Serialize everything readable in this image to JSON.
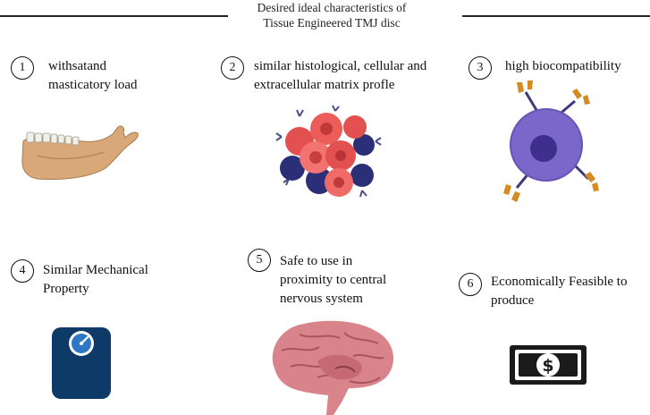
{
  "header": {
    "title_line1": "Desired ideal characteristics of",
    "title_line2": "Tissue Engineered TMJ disc"
  },
  "items": [
    {
      "number": "1",
      "line1": "withsatand",
      "line2": "masticatory load",
      "icon": "jaw-bone-icon"
    },
    {
      "number": "2",
      "line1": "similar histological, cellular and",
      "line2": "extracellular matrix profle",
      "icon": "cell-cluster-icon"
    },
    {
      "number": "3",
      "line1": "high biocompatibility",
      "icon": "antibody-cell-icon"
    },
    {
      "number": "4",
      "line1": "Similar Mechanical",
      "line2": "Property",
      "icon": "weighing-scale-icon"
    },
    {
      "number": "5",
      "line1": "Safe to use in",
      "line2": "proximity to central",
      "line3": "nervous system",
      "icon": "brain-icon"
    },
    {
      "number": "6",
      "line1": "Economically Feasible to",
      "line2": "produce",
      "icon": "banknote-icon",
      "symbol": "$"
    }
  ],
  "colors": {
    "bone": "#d9a878",
    "cell_red": "#e2514f",
    "cell_navy": "#2b2f78",
    "antibody": "#d58a22",
    "cell_purple": "#7b66c9",
    "scale_blue": "#0d3a66",
    "brain_pink": "#d9838a"
  }
}
